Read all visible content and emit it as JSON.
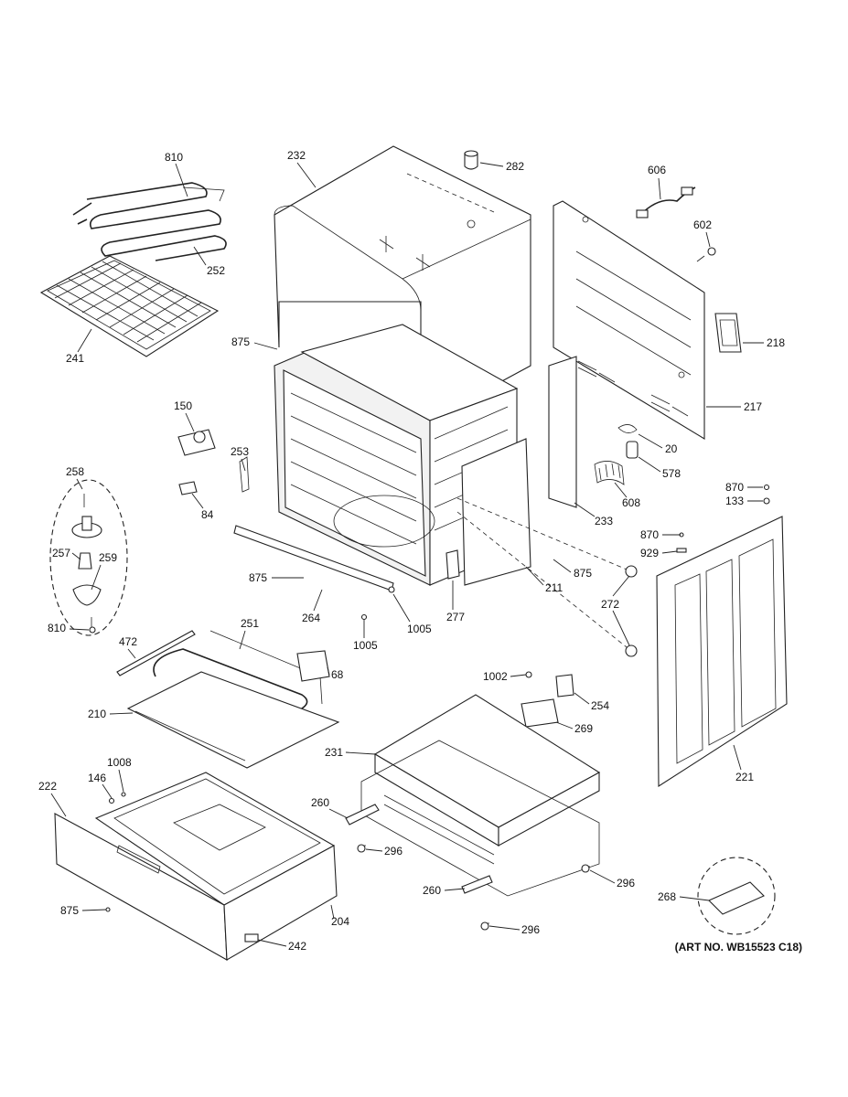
{
  "art_number": "(ART NO. WB15523 C18)",
  "callouts": [
    "810",
    "252",
    "241",
    "232",
    "282",
    "606",
    "602",
    "218",
    "217",
    "875",
    "150",
    "253",
    "84",
    "20",
    "578",
    "608",
    "233",
    "870",
    "133",
    "258",
    "257",
    "259",
    "810",
    "875",
    "264",
    "1005",
    "1005",
    "277",
    "211",
    "875",
    "272",
    "870",
    "929",
    "472",
    "251",
    "68",
    "210",
    "1002",
    "254",
    "269",
    "231",
    "221",
    "222",
    "146",
    "1008",
    "260",
    "296",
    "204",
    "260",
    "296",
    "296",
    "268",
    "875",
    "242"
  ]
}
